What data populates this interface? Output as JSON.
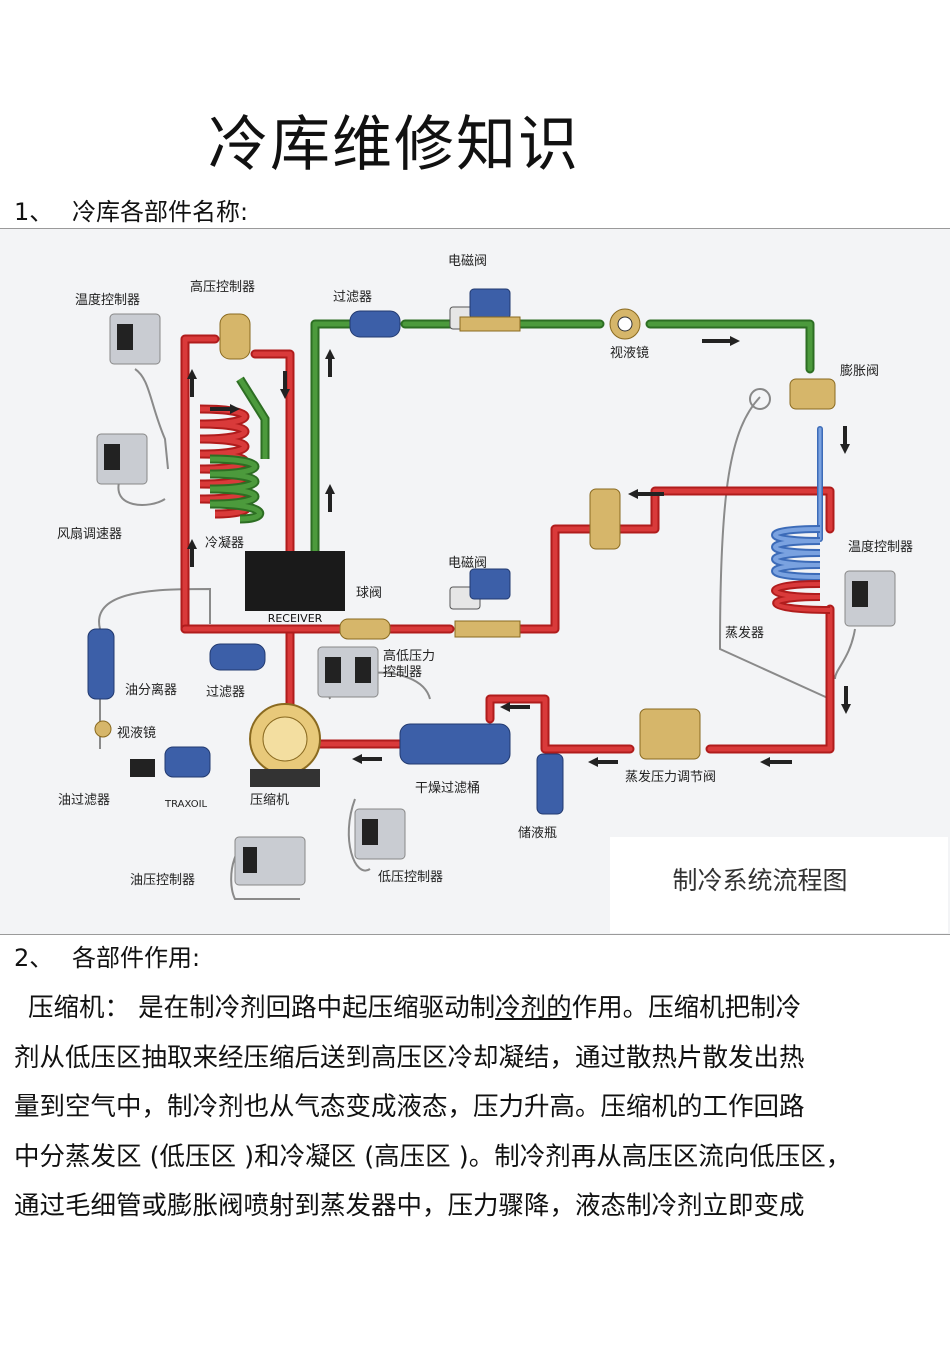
{
  "document": {
    "title": "冷库维修知识",
    "section1": {
      "number": "1、",
      "heading": "冷库各部件名称:"
    },
    "section2": {
      "number": "2、",
      "heading": "各部件作用:"
    }
  },
  "diagram": {
    "caption": "制冷系统流程图",
    "labels": {
      "temp_controller_left": "温度控制器",
      "hp_controller": "高压控制器",
      "filter_top": "过滤器",
      "solenoid_top": "电磁阀",
      "sight_glass_top": "视液镜",
      "expansion_valve": "膨胀阀",
      "fan_speed_controller": "风扇调速器",
      "condenser": "冷凝器",
      "receiver": "RECEIVER",
      "ball_valve": "球阀",
      "solenoid_mid": "电磁阀",
      "temp_controller_right": "温度控制器",
      "evaporator": "蒸发器",
      "oil_separator": "油分离器",
      "filter_mid": "过滤器",
      "hlp_controller": "高低压力控制器",
      "sight_glass_left": "视液镜",
      "oil_filter": "油过滤器",
      "traxoil": "TRAXOIL",
      "compressor": "压缩机",
      "dryer_filter": "干燥过滤桶",
      "evap_pressure_valve": "蒸发压力调节阀",
      "accumulator": "储液瓶",
      "oil_pressure_controller": "油压控制器",
      "lp_controller": "低压控制器"
    },
    "colors": {
      "high_pressure_gas": "#d42a2a",
      "high_pressure_liquid": "#3a8a2e",
      "low_pressure": "#5a86d0"
    }
  },
  "body": {
    "p1_a": "压缩机：  是在制冷剂回路中起压缩驱动制",
    "p1_u": "冷剂的",
    "p1_b": "作用。压缩机把制冷",
    "p2": "剂从低压区抽取来经压缩后送到高压区冷却凝结，通过散热片散发出热",
    "p3": "量到空气中，制冷剂也从气态变成液态，压力升高。压缩机的工作回路",
    "p4": "中分蒸发区 (低压区 )和冷凝区 (高压区 )。制冷剂再从高压区流向低压区，",
    "p5": "通过毛细管或膨胀阀喷射到蒸发器中，压力骤降，液态制冷剂立即变成"
  }
}
